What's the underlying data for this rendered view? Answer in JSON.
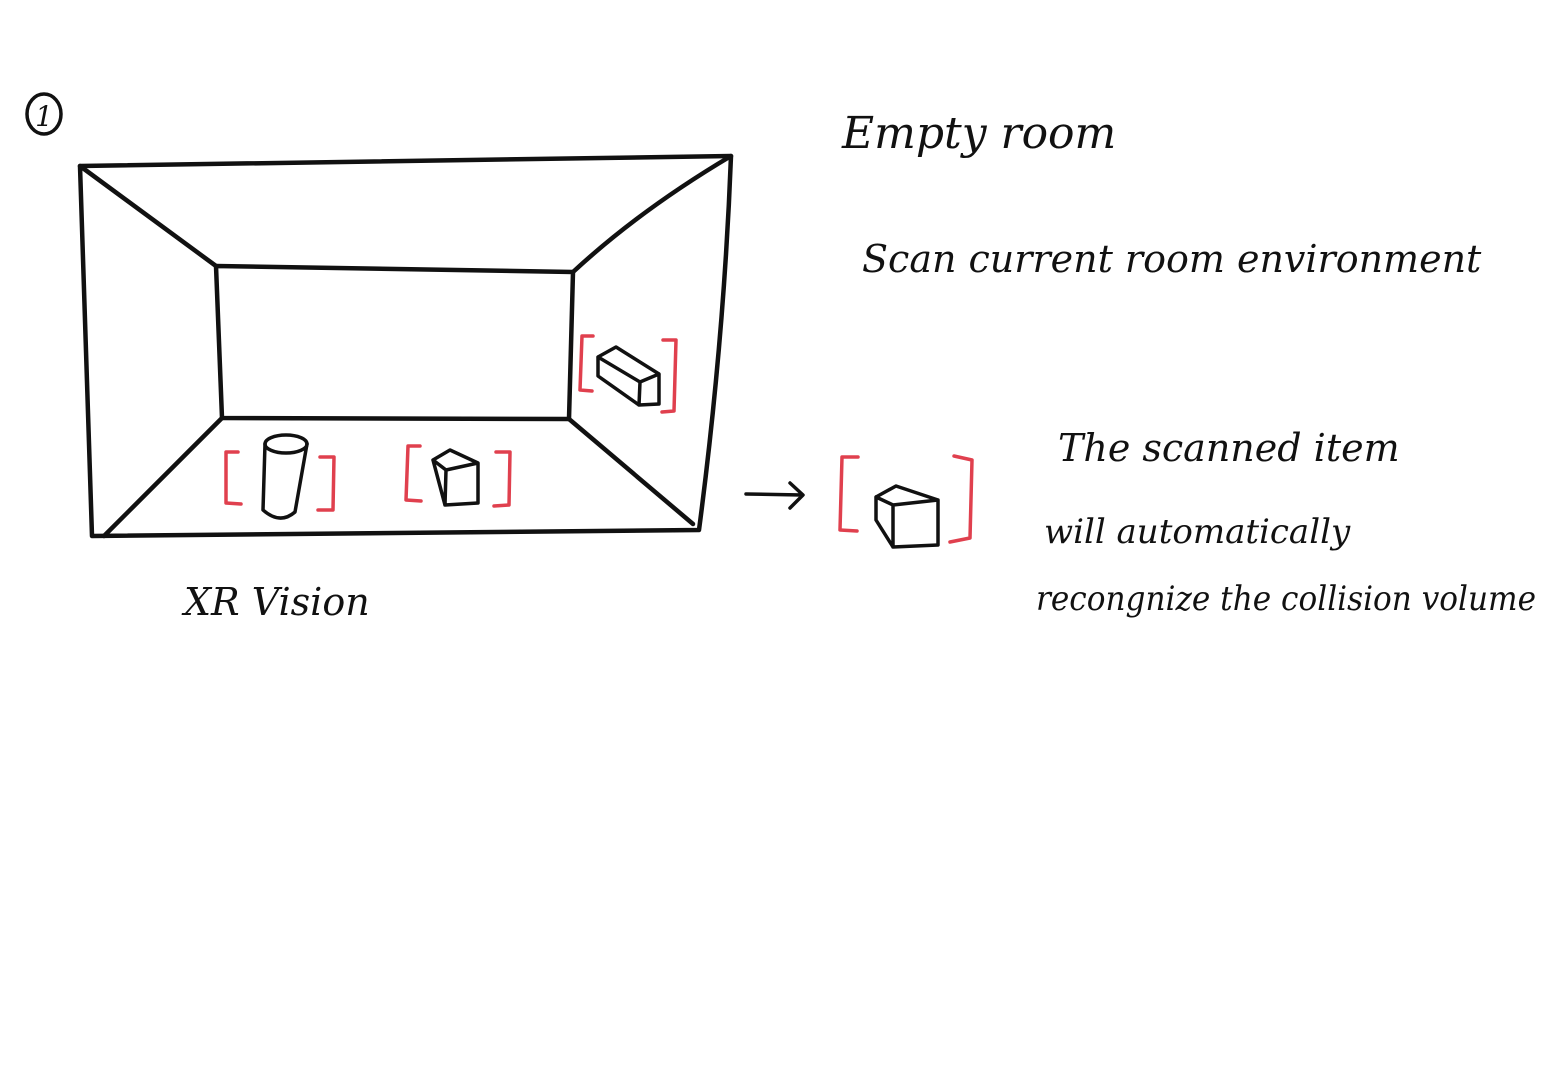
{
  "step_number": "1",
  "labels": {
    "title": "Empty room",
    "subtitle": "Scan current room environment",
    "view_label": "XR Vision",
    "description_line_1": "The scanned item",
    "description_line_2": "will automatically",
    "description_line_3": "recongnize the collision volume"
  },
  "colors": {
    "ink": "#111111",
    "bracket": "#e0404e",
    "background": "#ffffff"
  },
  "icons": [
    "cylinder-icon",
    "cube-icon",
    "box-icon",
    "arrow-right-icon"
  ]
}
